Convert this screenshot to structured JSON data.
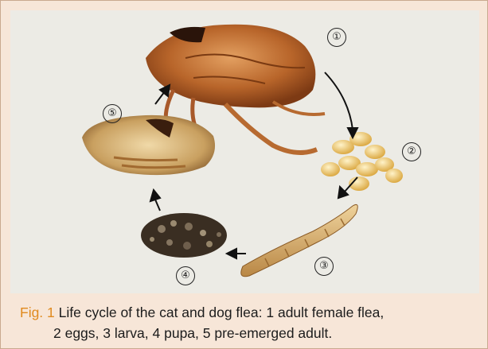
{
  "figure": {
    "stages": [
      {
        "number": "1",
        "name": "adult female flea"
      },
      {
        "number": "2",
        "name": "eggs"
      },
      {
        "number": "3",
        "name": "larva"
      },
      {
        "number": "4",
        "name": "pupa"
      },
      {
        "number": "5",
        "name": "pre-emerged adult"
      }
    ],
    "stage_glyphs": [
      "①",
      "②",
      "③",
      "④",
      "⑤"
    ]
  },
  "caption": {
    "label": "Fig. 1",
    "line1": " Life cycle of the cat and dog flea: 1 adult female flea,",
    "line2": "2 eggs, 3 larva, 4 pupa, 5 pre-emerged adult."
  },
  "colors": {
    "caption_label": "#e08a1e",
    "frame_background": "#f7e6d8",
    "photo_background": "#ecebe5"
  }
}
